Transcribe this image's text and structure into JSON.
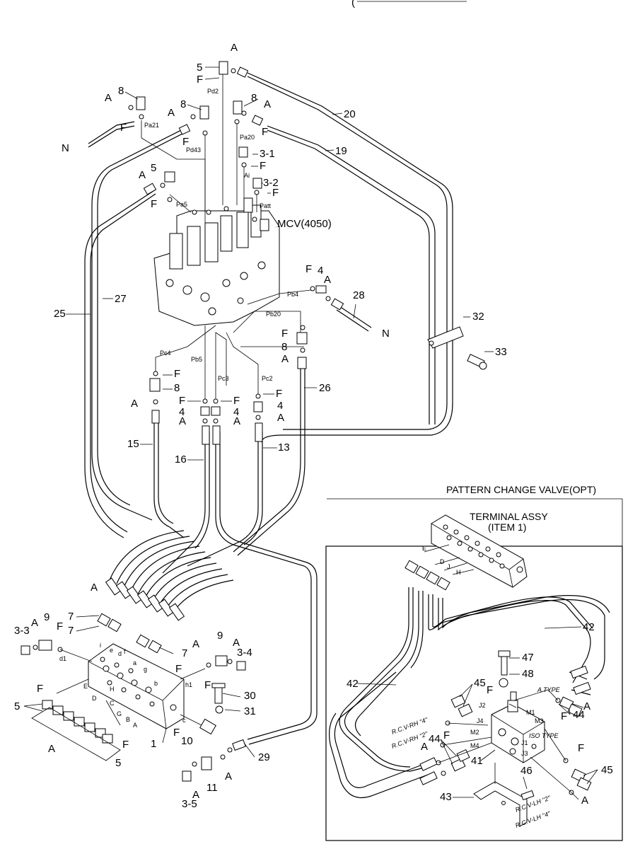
{
  "header": {
    "partial_title": "("
  },
  "section_titles": {
    "pattern_change_valve": "PATTERN CHANGE VALVE(OPT)",
    "terminal_assy_line1": "TERMINAL ASSY",
    "terminal_assy_line2": "(ITEM 1)"
  },
  "components": {
    "mcv": "MCV(4050)",
    "a_type": "A TYPE",
    "iso_type": "ISO TYPE"
  },
  "labels_main": [
    "A",
    "5",
    "F",
    "Pd2",
    "8",
    "A",
    "F",
    "8",
    "A",
    "N",
    "F",
    "Pa21",
    "8",
    "A",
    "F",
    "Pd43",
    "Pa20",
    "20",
    "19",
    "3-1",
    "F",
    "Ai",
    "3-2",
    "F",
    "Patt",
    "5",
    "A",
    "F",
    "Pa5",
    "27",
    "25",
    "F",
    "4",
    "A",
    "Pb4",
    "28",
    "N",
    "Pb20",
    "32",
    "F",
    "8",
    "A",
    "33",
    "Pc4",
    "Pb5",
    "Pc3",
    "Pc2",
    "F",
    "8",
    "26",
    "A",
    "F",
    "F",
    "F",
    "4",
    "4",
    "4",
    "A",
    "A",
    "A",
    "15",
    "13",
    "16"
  ],
  "labels_lower": [
    "A",
    "7",
    "9",
    "F",
    "3-3",
    "A",
    "d1",
    "7",
    "A",
    "7",
    "F",
    "9",
    "A",
    "3-4",
    "F",
    "h1",
    "F",
    "30",
    "31",
    "F",
    "5",
    "A",
    "1",
    "5",
    "10",
    "F",
    "c",
    "29",
    "A",
    "11",
    "3-5",
    "A",
    "E",
    "D",
    "C",
    "B",
    "A",
    "H",
    "G",
    "e",
    "d",
    "a",
    "g",
    "b",
    "i",
    "f"
  ],
  "labels_pcv": [
    "E",
    "D",
    "J",
    "H",
    "42",
    "47",
    "48",
    "42",
    "45",
    "F",
    "J2",
    "A TYPE",
    "M1",
    "M3",
    "44",
    "A",
    "F",
    "R.C.V-RH \"4\"",
    "R.C.V-RH \"2\"",
    "J4",
    "M2",
    "M4",
    "J1",
    "A",
    "44",
    "F",
    "41",
    "F",
    "45",
    "46",
    "43",
    "R.C.V-LH \"2\"",
    "R.C.V-LH \"4\"",
    "J3",
    "A"
  ]
}
